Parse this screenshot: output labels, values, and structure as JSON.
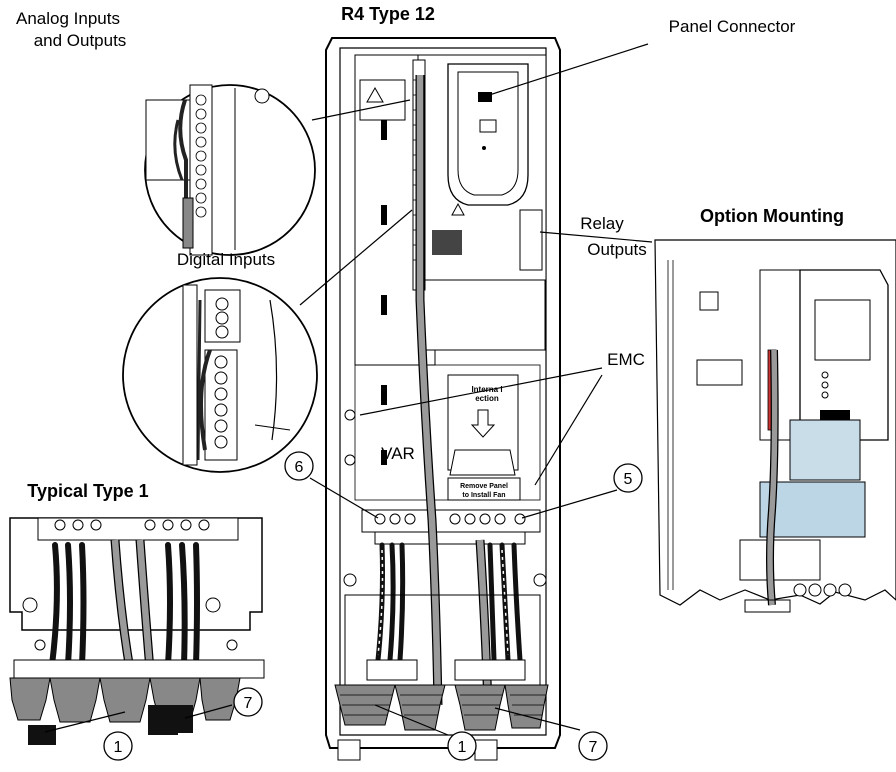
{
  "labels": {
    "analog_line1": "Analog Inputs",
    "analog_line2": "and Outputs",
    "title_r4": "R4 Type 12",
    "panel_connector": "Panel Connector",
    "option_mounting": "Option Mounting",
    "relay_line1": "Relay",
    "relay_line2": "Outputs",
    "digital_inputs": "Digital Inputs",
    "emc": "EMC",
    "var": "VAR",
    "typical_type1": "Typical Type 1",
    "panel_text_1": "Remove Panel",
    "panel_text_2": "to Install Fan",
    "intern_text": "Interna  l",
    "connection_text": "  ection"
  },
  "callouts": {
    "n1": "1",
    "n5": "5",
    "n6": "6",
    "n7": "7",
    "n1b": "1",
    "n7b": "7"
  }
}
